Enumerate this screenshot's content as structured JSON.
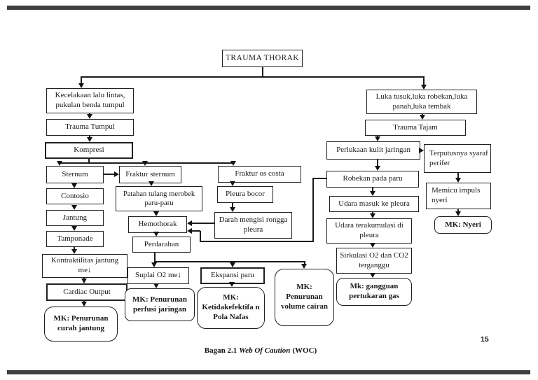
{
  "document": {
    "caption": {
      "prefix": "Bagan 2.1",
      "italic": "Web Of Caution",
      "suffix": "(WOC)"
    },
    "page_number": "15"
  },
  "nodes": {
    "trauma_thorak": "TRAUMA THORAK",
    "kecelakaan": "Kecelakaan lalu lintas, pukulan benda tumpul",
    "luka_tusuk": "Luka tusuk,luka robekan,luka panah,luka tembak",
    "trauma_tumpul": "Trauma Tumpul",
    "trauma_tajam": "Trauma Tajam",
    "kompresi": "Kompresi",
    "perlukaan": "Perlukaan kulit jaringan",
    "terputusnya": "Terputusnya syaraf perifer",
    "sternum": "Sternum",
    "fraktur_sternum": "Fraktur sternum",
    "fraktur_os_costa": "Fraktur os costa",
    "robekan": "Robekan pada paru",
    "contosio": "Contosio",
    "patahan": "Patahan tulang merobek paru-paru",
    "pleura_bocor": "Pleura bocor",
    "memicu": "Memicu impuls nyeri",
    "udara_masuk": "Udara masuk ke pleura",
    "jantung": "Jantung",
    "hemothorak": "Hemothorak",
    "darah_mengisi": "Darah mengisi rongga pleura",
    "udara_terakumulasi": "Udara terakumulasi di pleura",
    "mk_nyeri": "MK: Nyeri",
    "tamponade": "Tamponade",
    "perdarahan": "Perdarahan",
    "kontraktilitas": "Kontraktilitas jantung me↓",
    "sirkulasi": "Sirkulasi O2 dan CO2 terganggu",
    "suplai_o2": "Suplai O2 me↓",
    "ekspansi": "Ekspansi paru",
    "mk_volume": "MK: Penurunan volume cairan",
    "mk_gangguan": "Mk: gangguan pertukaran gas",
    "cardiac_output": "Cardiac Output",
    "mk_perfusi": "MK: Penurunan perfusi jaringan",
    "mk_ketidakefektifan": "MK: Ketidakefektifa n Pola Nafas",
    "mk_curah": "MK: Penurunan curah jantung"
  }
}
